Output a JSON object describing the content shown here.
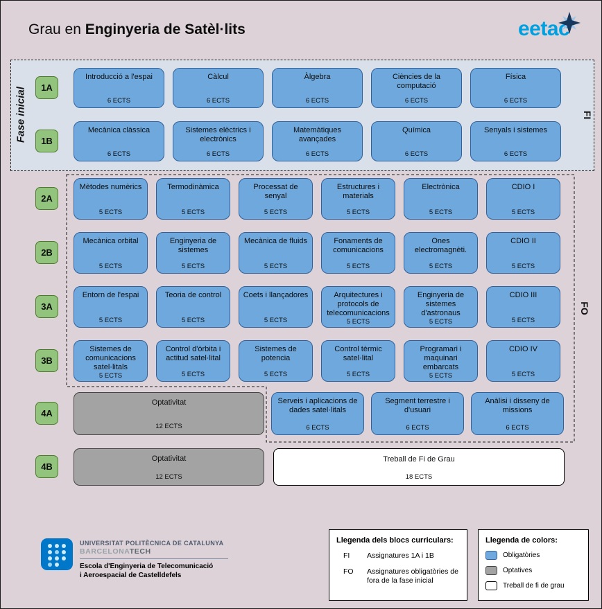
{
  "header": {
    "title_prefix": "Grau en ",
    "title_main": "Enginyeria de Satèl·lits",
    "eetac_logo": "eetac"
  },
  "region_labels": {
    "fase_inicial": "Fase inicial",
    "fi": "FI",
    "fo": "FO"
  },
  "colors": {
    "background": "#dcd2d7",
    "fase_inicial_bg": "#d9e0e9",
    "obligatoria_fill": "#6fa8dc",
    "obligatoria_border": "#30619c",
    "optativa_fill": "#a3a3a3",
    "tfg_fill": "#ffffff",
    "badge_green": "#93c47d",
    "eetac_blue": "#00a0e0",
    "upc_blue": "#0077c8"
  },
  "rows": {
    "r1a": {
      "badge": "1A",
      "courses": [
        {
          "title": "Introducció a l'espai",
          "ects": "6 ECTS"
        },
        {
          "title": "Càlcul",
          "ects": "6 ECTS"
        },
        {
          "title": "Àlgebra",
          "ects": "6 ECTS"
        },
        {
          "title": "Ciències de la computació",
          "ects": "6 ECTS"
        },
        {
          "title": "Física",
          "ects": "6 ECTS"
        }
      ]
    },
    "r1b": {
      "badge": "1B",
      "courses": [
        {
          "title": "Mecànica clàssica",
          "ects": "6 ECTS"
        },
        {
          "title": "Sistemes elèctrics i electrònics",
          "ects": "6 ECTS"
        },
        {
          "title": "Matemàtiques avançades",
          "ects": "6 ECTS"
        },
        {
          "title": "Química",
          "ects": "6 ECTS"
        },
        {
          "title": "Senyals i sistemes",
          "ects": "6 ECTS"
        }
      ]
    },
    "r2a": {
      "badge": "2A",
      "courses": [
        {
          "title": "Mètodes numèrics",
          "ects": "5 ECTS"
        },
        {
          "title": "Termodinàmica",
          "ects": "5 ECTS"
        },
        {
          "title": "Processat de senyal",
          "ects": "5 ECTS"
        },
        {
          "title": "Estructures i materials",
          "ects": "5 ECTS"
        },
        {
          "title": "Electrònica",
          "ects": "5 ECTS"
        },
        {
          "title": "CDIO I",
          "ects": "5 ECTS"
        }
      ]
    },
    "r2b": {
      "badge": "2B",
      "courses": [
        {
          "title": "Mecànica orbital",
          "ects": "5 ECTS"
        },
        {
          "title": "Enginyeria de sistemes",
          "ects": "5 ECTS"
        },
        {
          "title": "Mecànica de fluids",
          "ects": "5 ECTS"
        },
        {
          "title": "Fonaments de comunicacions",
          "ects": "5 ECTS"
        },
        {
          "title": "Ones electromagnèti.",
          "ects": "5 ECTS"
        },
        {
          "title": "CDIO II",
          "ects": "5 ECTS"
        }
      ]
    },
    "r3a": {
      "badge": "3A",
      "courses": [
        {
          "title": "Entorn de l'espai",
          "ects": "5 ECTS"
        },
        {
          "title": "Teoria de control",
          "ects": "5 ECTS"
        },
        {
          "title": "Coets i llançadores",
          "ects": "5 ECTS"
        },
        {
          "title": "Arquitectures i protocols de telecomunicacions",
          "ects": "5 ECTS"
        },
        {
          "title": "Enginyeria de sistemes d'astronaus",
          "ects": "5 ECTS"
        },
        {
          "title": "CDIO III",
          "ects": "5 ECTS"
        }
      ]
    },
    "r3b": {
      "badge": "3B",
      "courses": [
        {
          "title": "Sistemes de comunicacions satel·litals",
          "ects": "5 ECTS"
        },
        {
          "title": "Control d'òrbita i actitud satel·lital",
          "ects": "5 ECTS"
        },
        {
          "title": "Sistemes de potencia",
          "ects": "5 ECTS"
        },
        {
          "title": "Control tèrmic satel·lital",
          "ects": "5 ECTS"
        },
        {
          "title": "Programari i maquinari embarcats",
          "ects": "5 ECTS"
        },
        {
          "title": "CDIO IV",
          "ects": "5 ECTS"
        }
      ]
    },
    "r4a": {
      "badge": "4A",
      "optativitat": {
        "title": "Optativitat",
        "ects": "12 ECTS"
      },
      "courses": [
        {
          "title": "Serveis i aplicacions de dades satel·litals",
          "ects": "6 ECTS"
        },
        {
          "title": "Segment terrestre i d'usuari",
          "ects": "6 ECTS"
        },
        {
          "title": "Anàlisi i disseny de missions",
          "ects": "6 ECTS"
        }
      ]
    },
    "r4b": {
      "badge": "4B",
      "optativitat": {
        "title": "Optativitat",
        "ects": "12 ECTS"
      },
      "tfg": {
        "title": "Treball de Fi de Grau",
        "ects": "18 ECTS"
      }
    }
  },
  "footer": {
    "upc": {
      "line1": "UNIVERSITAT POLITÈCNICA DE CATALUNYA",
      "line2_barcelona": "BARCELONA",
      "line2_tech": "TECH",
      "school_line1": "Escola d'Enginyeria de Telecomunicació",
      "school_line2": "i Aeroespacial de Castelldefels"
    },
    "legend_blocks": {
      "title": "Llegenda dels blocs curriculars:",
      "items": [
        {
          "key": "FI",
          "desc": "Assignatures 1A i 1B"
        },
        {
          "key": "FO",
          "desc": "Assignatures obligatòries de fora de la fase inicial"
        }
      ]
    },
    "legend_colors": {
      "title": "Llegenda de colors:",
      "items": [
        {
          "label": "Obligatòries"
        },
        {
          "label": "Optatives"
        },
        {
          "label": "Treball de fi de grau"
        }
      ]
    }
  }
}
